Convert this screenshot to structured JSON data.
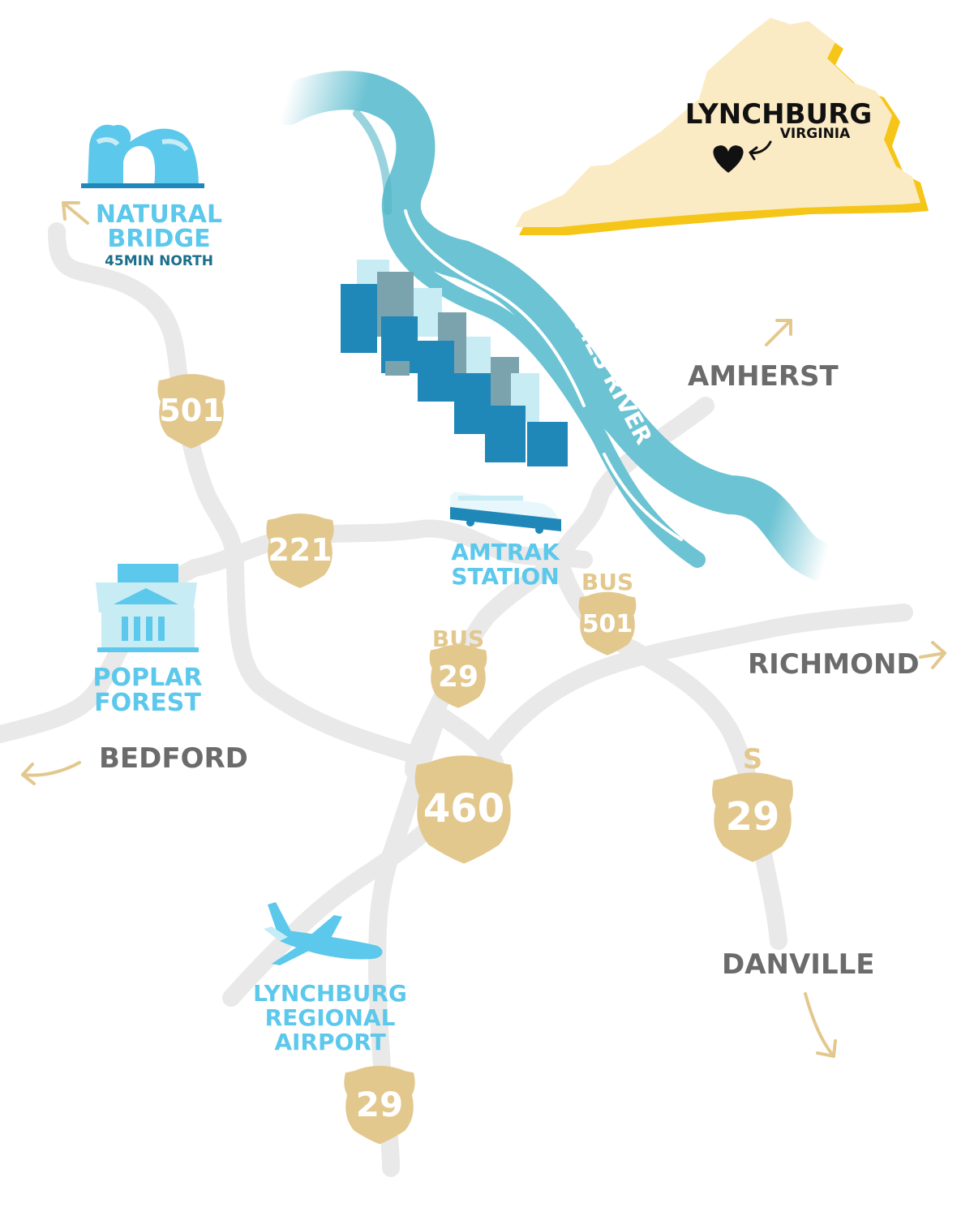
{
  "colors": {
    "road": "#e9e9e9",
    "river": "#6cc3d3",
    "river_dark": "#55b5c8",
    "shield": "#e3c88e",
    "arrow": "#e3c88e",
    "state_fill": "#fbebc4",
    "state_edge": "#f5c518",
    "place_dark": "#6b6b6b",
    "place_blue": "#5cc8ec",
    "building_dark": "#1f88b8",
    "building_mid": "#7aa3ae",
    "building_light": "#c8ecf4"
  },
  "inset": {
    "city": "LYNCHBURG",
    "state": "VIRGINIA",
    "icon": "heart-icon"
  },
  "river": {
    "label": "JAMES RIVER"
  },
  "shields": {
    "us501": "501",
    "us221": "221",
    "bus29_prefix": "BUS",
    "bus29": "29",
    "bus501_prefix": "BUS",
    "bus501": "501",
    "us460": "460",
    "s29_prefix": "S",
    "s29": "29",
    "us29": "29"
  },
  "places": {
    "natural_bridge_line1": "NATURAL",
    "natural_bridge_line2": "BRIDGE",
    "natural_bridge_sub": "45MIN NORTH",
    "amtrak_line1": "AMTRAK",
    "amtrak_line2": "STATION",
    "poplar_line1": "POPLAR",
    "poplar_line2": "FOREST",
    "airport_line1": "LYNCHBURG",
    "airport_line2": "REGIONAL",
    "airport_line3": "AIRPORT"
  },
  "destinations": {
    "amherst": "AMHERST",
    "richmond": "RICHMOND",
    "bedford": "BEDFORD",
    "danville": "DANVILLE"
  }
}
